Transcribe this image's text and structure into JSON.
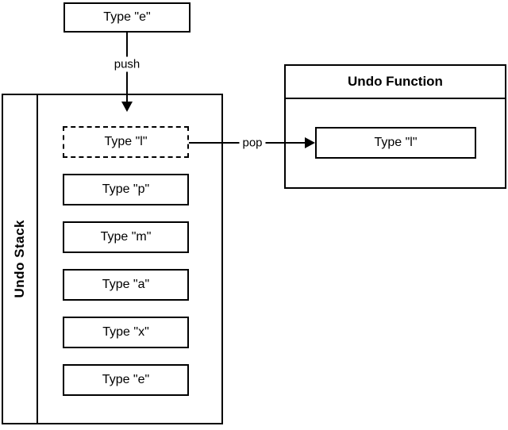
{
  "diagram": {
    "top_box": {
      "label": "Type \"e\""
    },
    "push_edge": {
      "label": "push"
    },
    "pop_edge": {
      "label": "pop"
    },
    "undo_stack": {
      "title": "Undo Stack",
      "items": [
        {
          "label": "Type \"l\"",
          "style": "dashed"
        },
        {
          "label": "Type \"p\"",
          "style": "solid"
        },
        {
          "label": "Type \"m\"",
          "style": "solid"
        },
        {
          "label": "Type \"a\"",
          "style": "solid"
        },
        {
          "label": "Type \"x\"",
          "style": "solid"
        },
        {
          "label": "Type \"e\"",
          "style": "solid"
        }
      ]
    },
    "undo_function": {
      "title": "Undo Function",
      "item": {
        "label": "Type \"l\""
      }
    },
    "colors": {
      "line": "#000000",
      "background": "#ffffff"
    }
  }
}
